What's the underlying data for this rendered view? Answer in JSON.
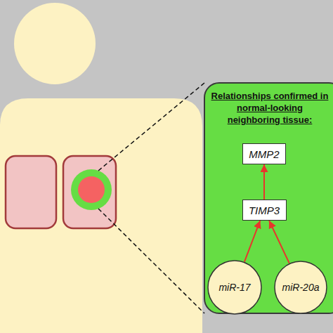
{
  "diagram": {
    "nodes": [
      {
        "text": [
          "Relationships confirmed in normal-looking neighboring tissue:"
        ]
      },
      {
        "text": [
          "MMP2"
        ],
        "in": 0
      },
      {
        "text": [
          "TIMP3"
        ],
        "in": 0
      },
      {
        "text": [
          "miR-17"
        ],
        "in": 0
      },
      {
        "text": [
          "miR-20a"
        ],
        "in": 0
      }
    ],
    "edges": [
      {
        "from": 2,
        "to": 1,
        "arrow": "to"
      },
      {
        "from": 3,
        "to": 2,
        "arrow": "to"
      },
      {
        "from": 4,
        "to": 2,
        "arrow": "to"
      }
    ]
  }
}
